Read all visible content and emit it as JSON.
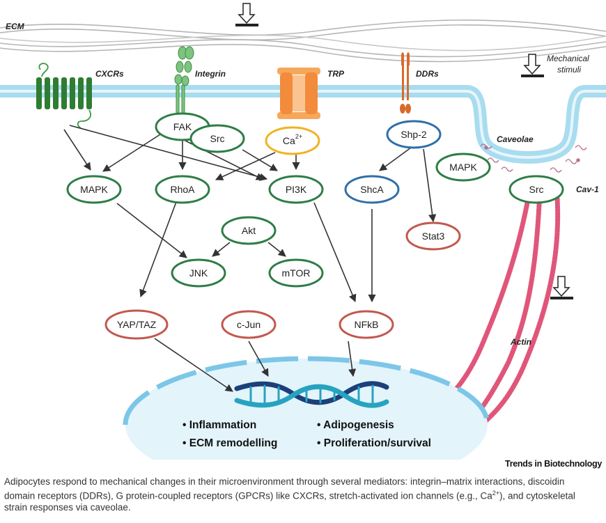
{
  "labels": {
    "ecm": "ECM",
    "mechanical_stimuli_line1": "Mechanical",
    "mechanical_stimuli_line2": "stimuli",
    "cxcrs": "CXCRs",
    "integrin": "Integrin",
    "trp": "TRP",
    "ddrs": "DDRs",
    "caveolae": "Caveolae",
    "cav1": "Cav-1",
    "actin": "Actin"
  },
  "nodes": {
    "fak": "FAK",
    "src": "Src",
    "ca_base": "Ca",
    "ca_sup": "2+",
    "shp2": "Shp-2",
    "mapk_cav": "MAPK",
    "src_cav": "Src",
    "mapk": "MAPK",
    "rhoa": "RhoA",
    "pi3k": "PI3K",
    "shca": "ShcA",
    "akt": "Akt",
    "stat3": "Stat3",
    "jnk": "JNK",
    "mtor": "mTOR",
    "yaptaz": "YAP/TAZ",
    "cjun": "c-Jun",
    "nfkb": "NFkB"
  },
  "outcomes": [
    "Inflammation",
    "ECM remodelling",
    "Adipogenesis",
    "Proliferation/survival"
  ],
  "colors": {
    "kinase_green": "#2e7d46",
    "adapter_blue": "#2f6fa8",
    "tf_red": "#c2584f",
    "calcium_yellow": "#f0b323",
    "membrane_blue": "#a9dcef",
    "actin_pink": "#e0567a",
    "dna_navy": "#1d3f7a",
    "dna_teal": "#27a3c0"
  },
  "journal": "Trends in Biotechnology",
  "caption": {
    "part1": "Adipocytes respond to mechanical changes in their microenvironment through several mediators: integrin–matrix interactions, discoidin domain receptors (DDRs), G protein-coupled receptors (GPCRs) like CXCRs, stretch-activated ion channels (e.g., Ca",
    "sup": "2+",
    "part2": "), and cytoskeletal strain responses via caveolae."
  }
}
